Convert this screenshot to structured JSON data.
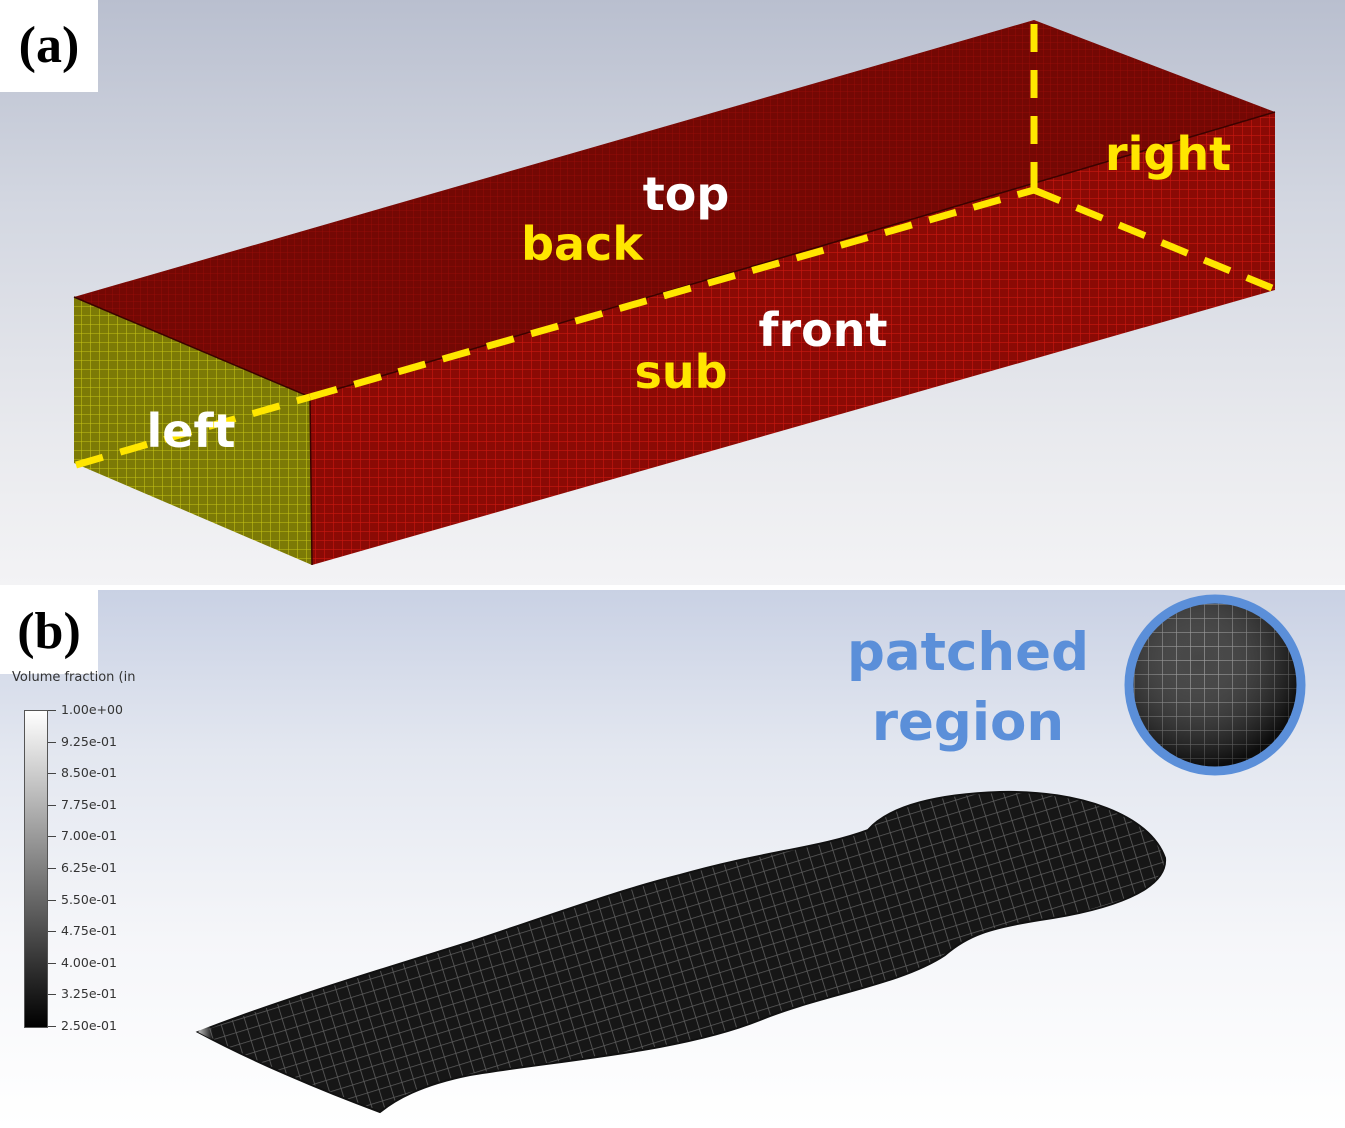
{
  "panel_a": {
    "tag": "(a)",
    "labels": {
      "top": "top",
      "back": "back",
      "right": "right",
      "front": "front",
      "sub": "sub",
      "left": "left"
    },
    "colors": {
      "mesh_faces": "#8b0a05",
      "left_face": "#7c7a06",
      "boundary_lines": "#ffe600",
      "white_labels": "#ffffff",
      "yellow_labels": "#ffe600"
    }
  },
  "panel_b": {
    "tag": "(b)",
    "legend": {
      "title": "Volume fraction (in",
      "ticks": [
        "1.00e+00",
        "9.25e-01",
        "8.50e-01",
        "7.75e-01",
        "7.00e-01",
        "6.25e-01",
        "5.50e-01",
        "4.75e-01",
        "4.00e-01",
        "3.25e-01",
        "2.50e-01"
      ]
    },
    "callout": {
      "line1": "patched",
      "line2": "region",
      "color": "#5b8fd9"
    }
  }
}
